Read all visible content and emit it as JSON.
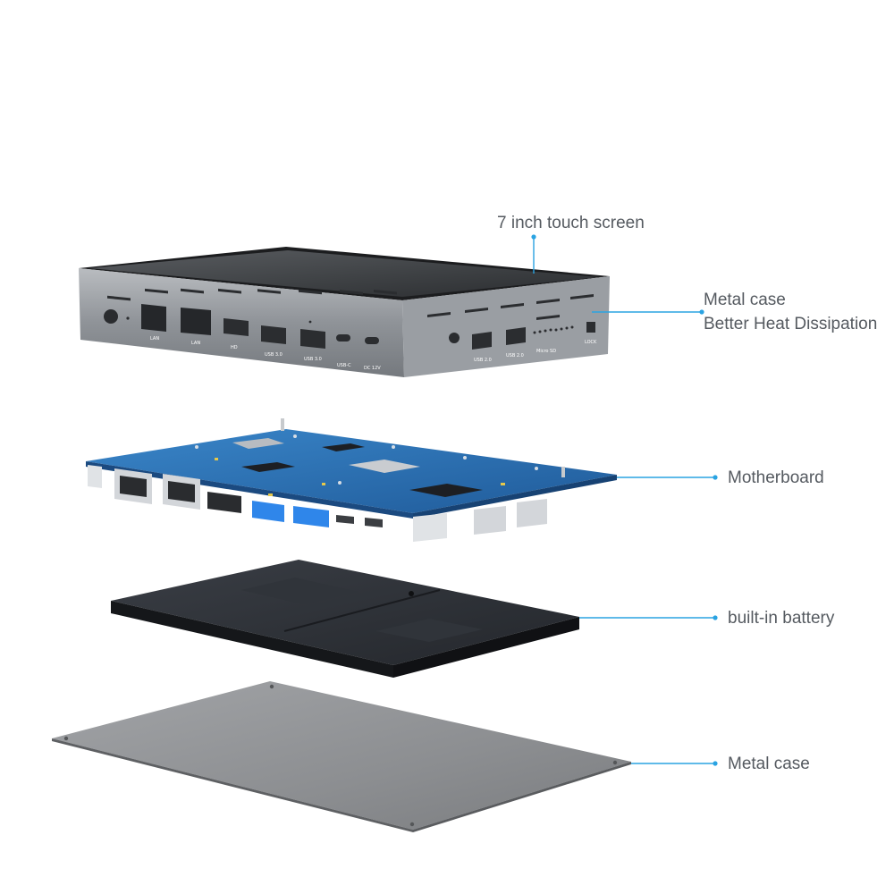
{
  "callouts": {
    "screen": "7 inch touch screen",
    "case_top_line1": "Metal case",
    "case_top_line2": "Better Heat Dissipation",
    "motherboard": "Motherboard",
    "battery": "built-in battery",
    "case_bottom": "Metal case"
  },
  "ports": {
    "lan1": "LAN",
    "lan2": "LAN",
    "hd": "HD",
    "usb3_1": "USB 3.0",
    "usb3_2": "USB 3.0",
    "usbc": "USB-C",
    "dc": "DC 12V",
    "usb2_1": "USB 2.0",
    "usb2_2": "USB 2.0",
    "microsd": "Micro SD",
    "lock": "LOCK"
  },
  "colors": {
    "accent": "#2aa3e2",
    "text": "#555a60",
    "case": "#8e9297",
    "pcb": "#2e6fb4",
    "battery": "#2a2d33",
    "plate": "#8f9194"
  }
}
